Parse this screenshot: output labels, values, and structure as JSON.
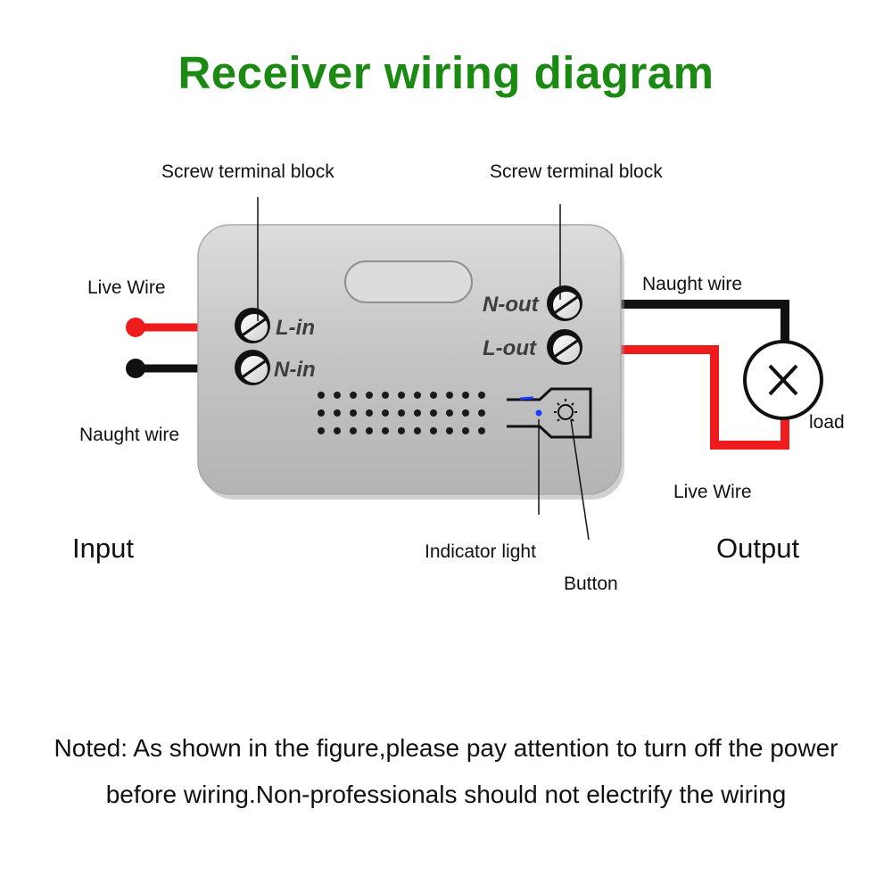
{
  "title": "Receiver wiring diagram",
  "labels": {
    "screw_left": "Screw terminal block",
    "screw_right": "Screw terminal block",
    "live_wire_in": "Live Wire",
    "naught_wire_in": "Naught wire",
    "naught_wire_out": "Naught wire",
    "live_wire_out": "Live Wire",
    "load": "load",
    "input": "Input",
    "output": "Output",
    "indicator_light": "Indicator light",
    "button": "Button"
  },
  "terminals": {
    "l_in": "L-in",
    "n_in": "N-in",
    "n_out": "N-out",
    "l_out": "L-out"
  },
  "note": {
    "line1": "Noted: As shown in the figure,please pay attention to turn off the power",
    "line2": "before wiring.Non-professionals should not electrify the wiring"
  },
  "colors": {
    "title": "#1a8a12",
    "live_wire": "#ee1c1c",
    "naught_wire": "#111111",
    "device_body": "#bdbdbd",
    "indicator": "#1a3cff"
  }
}
